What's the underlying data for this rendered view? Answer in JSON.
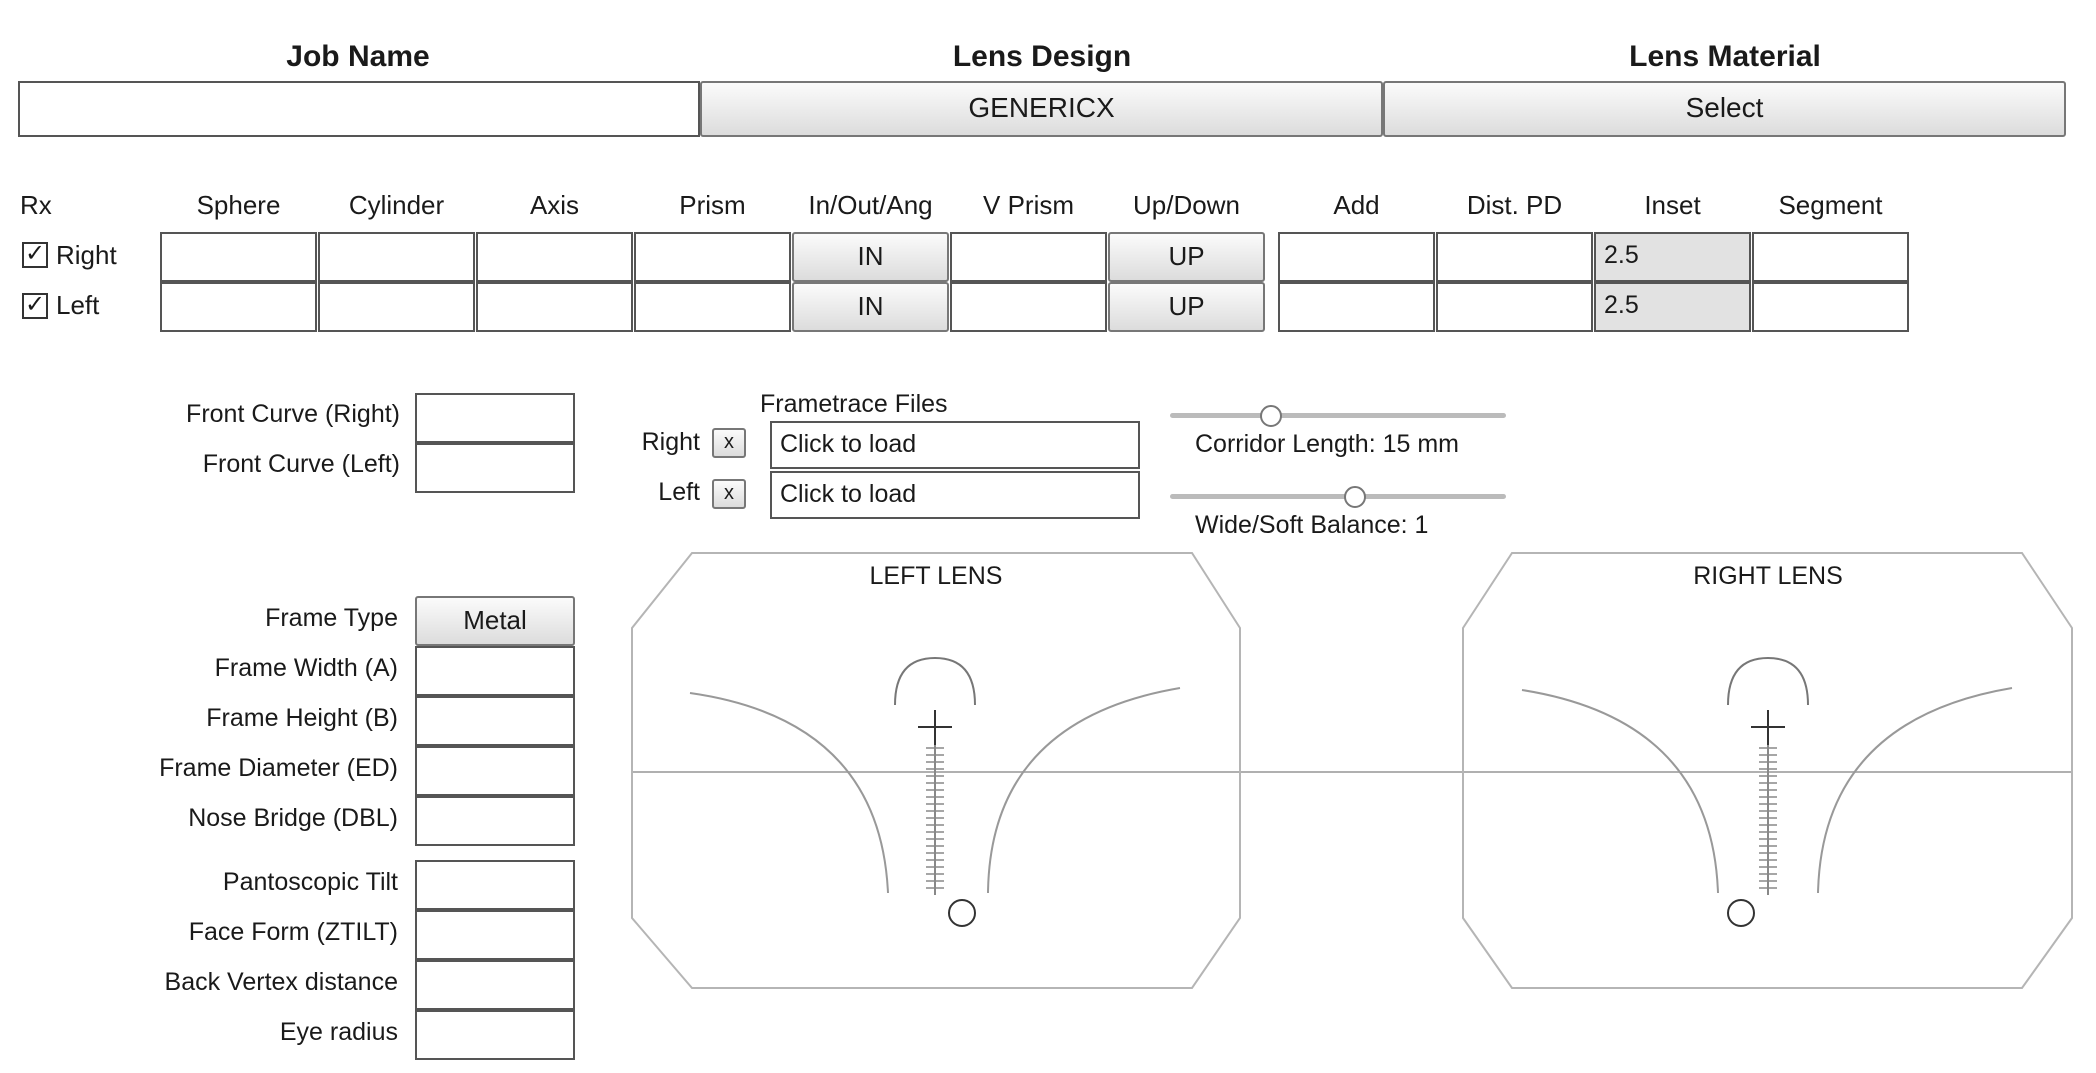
{
  "header": {
    "job_name_label": "Job Name",
    "lens_design_label": "Lens Design",
    "lens_material_label": "Lens Material",
    "job_name_value": "",
    "lens_design_value": "GENERICX",
    "lens_material_value": "Select"
  },
  "rx": {
    "title": "Rx",
    "columns": [
      "Sphere",
      "Cylinder",
      "Axis",
      "Prism",
      "In/Out/Ang",
      "V Prism",
      "Up/Down",
      "Add",
      "Dist. PD",
      "Inset",
      "Segment"
    ],
    "rows": [
      {
        "label": "Right",
        "checked": true,
        "in_out": "IN",
        "up_down": "UP",
        "inset": "2.5"
      },
      {
        "label": "Left",
        "checked": true,
        "in_out": "IN",
        "up_down": "UP",
        "inset": "2.5"
      }
    ]
  },
  "front_curve": {
    "right_label": "Front Curve (Right)",
    "left_label": "Front Curve (Left)"
  },
  "frametrace": {
    "title": "Frametrace Files",
    "right_label": "Right",
    "left_label": "Left",
    "clear_label": "x",
    "right_value": "Click to load",
    "left_value": "Click to load"
  },
  "sliders": {
    "corridor_label": "Corridor Length: 15 mm",
    "corridor_fraction": 0.3,
    "balance_label": "Wide/Soft Balance: 1",
    "balance_fraction": 0.55
  },
  "frame": {
    "type_label": "Frame Type",
    "type_value": "Metal",
    "width_label": "Frame Width (A)",
    "height_label": "Frame Height (B)",
    "diameter_label": "Frame Diameter (ED)",
    "bridge_label": "Nose Bridge (DBL)"
  },
  "fit": {
    "panto_label": "Pantoscopic Tilt",
    "faceform_label": "Face Form (ZTILT)",
    "vertex_label": "Back Vertex distance",
    "eye_label": "Eye radius"
  },
  "lenses": {
    "left_title": "LEFT LENS",
    "right_title": "RIGHT LENS"
  },
  "colors": {
    "field_border": "#555555",
    "readonly_bg": "#e2e2e2",
    "diagram_line": "#aaaaaa"
  }
}
